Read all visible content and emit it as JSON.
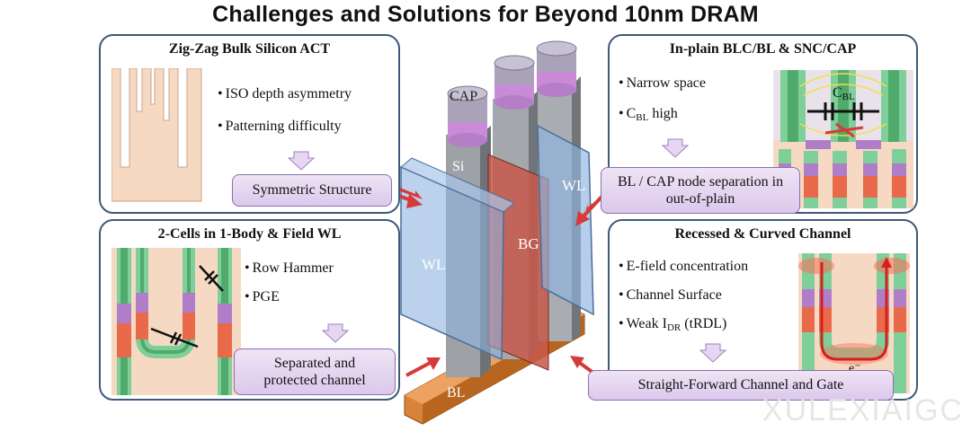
{
  "title": "Challenges and Solutions for Beyond 10nm DRAM",
  "panels": {
    "zigzag": {
      "title": "Zig-Zag Bulk Silicon ACT",
      "bullets": [
        "ISO depth asymmetry",
        "Patterning difficulty"
      ],
      "solution": "Symmetric Structure"
    },
    "inplain": {
      "title": "In-plain BLC/BL & SNC/CAP",
      "bullets": [
        "Narrow space",
        "C",
        "BL",
        " high"
      ],
      "solution": "BL / CAP node separation in\nout-of-plain",
      "diagram_label": "C",
      "diagram_label_sub": "BL"
    },
    "twocells": {
      "title": "2-Cells in 1-Body & Field WL",
      "bullets": [
        "Row Hammer",
        "PGE"
      ],
      "solution": "Separated and\nprotected channel"
    },
    "recessed": {
      "title": "Recessed & Curved Channel",
      "bullets": [
        "E-field concentration",
        "Channel Surface",
        "Weak I",
        "DR",
        " (tRDL)"
      ],
      "solution": "Straight-Forward Channel and Gate",
      "electron": "e⁻"
    }
  },
  "center": {
    "cap": "CAP",
    "si": "Si",
    "wl_left": "WL",
    "wl_right": "WL",
    "bg": "BG",
    "bl": "BL"
  },
  "watermark": "XULEXIAIGC",
  "colors": {
    "panel_border": "#3d5a7a",
    "callout_fill": "#e4d4f0",
    "arrow_red": "#d63a3a",
    "wl_blue": "#8fb4e0",
    "bg_red": "#c8584a",
    "bl_orange": "#d9833a",
    "silicon_peach": "#f6d9c3"
  }
}
